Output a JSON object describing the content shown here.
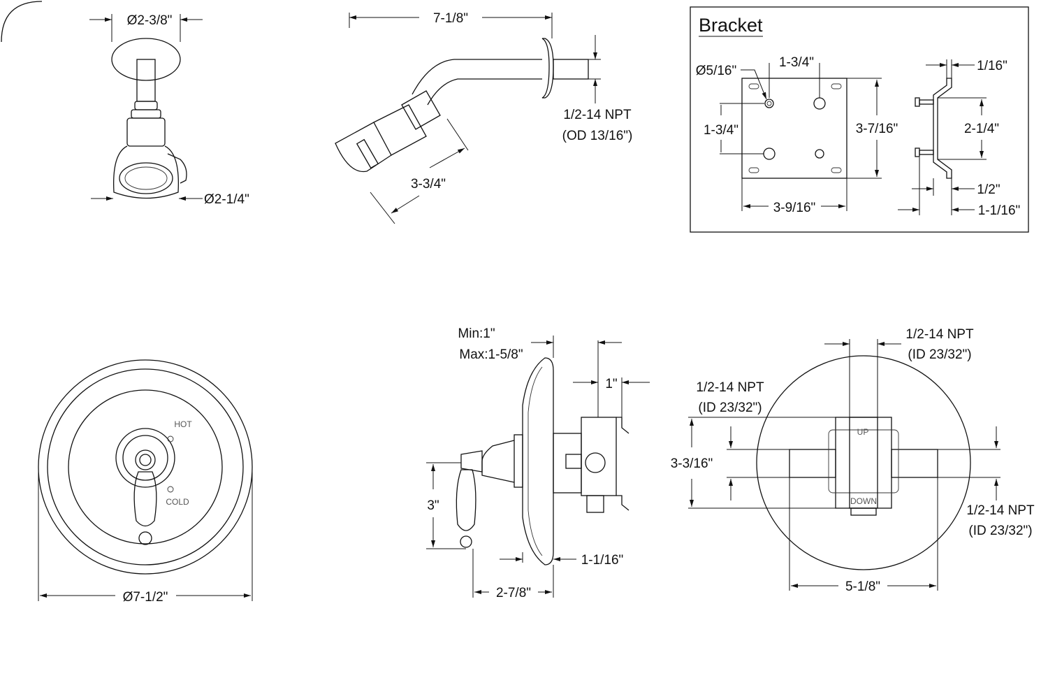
{
  "colors": {
    "line": "#111111",
    "background": "#ffffff"
  },
  "shower_head_front": {
    "diameter_top": "Ø2-3/8\"",
    "diameter_bottom": "Ø2-1/4\""
  },
  "shower_arm_side": {
    "length": "7-1/8\"",
    "thread": "1/2-14 NPT",
    "thread_od": "(OD 13/16\")",
    "head_length": "3-3/4\""
  },
  "bracket": {
    "title": "Bracket",
    "hole_diameter": "Ø5/16\"",
    "hole_spacing_h": "1-3/4\"",
    "hole_spacing_v": "1-3/4\"",
    "height": "3-7/16\"",
    "width": "3-9/16\"",
    "side_thickness": "1/16\"",
    "side_span": "2-1/4\"",
    "side_offset": "1/2\"",
    "side_depth": "1-1/16\""
  },
  "trim_front": {
    "hot": "HOT",
    "cold": "COLD",
    "diameter": "Ø7-1/2\""
  },
  "valve_side": {
    "min": "Min:1\"",
    "max": "Max:1-5/8\"",
    "one_inch": "1\"",
    "handle_height": "3\"",
    "plate_depth": "1-1/16\"",
    "projection": "2-7/8\""
  },
  "valve_rear": {
    "top_thread": "1/2-14 NPT",
    "top_thread_id": "(ID 23/32\")",
    "left_thread": "1/2-14 NPT",
    "left_thread_id": "(ID 23/32\")",
    "right_thread": "1/2-14 NPT",
    "right_thread_id": "(ID 23/32\")",
    "up": "UP",
    "down": "DOWN",
    "height": "3-3/16\"",
    "width": "5-1/8\""
  }
}
